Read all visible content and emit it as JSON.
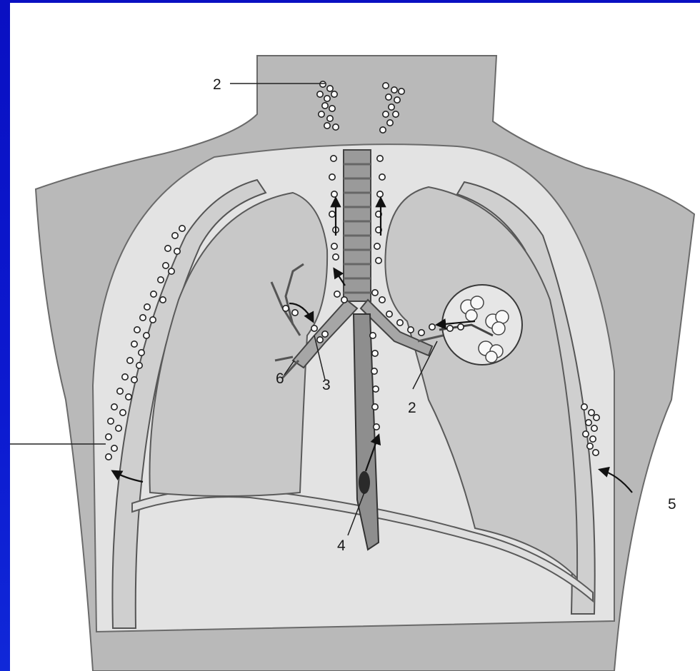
{
  "colors": {
    "background": "#0b12b8",
    "paper": "#ffffff",
    "tissue": "#b9b9b9",
    "lung": "#cbcbcb",
    "pleural_space": "#e4e4e4",
    "ink": "#1a1a1a"
  },
  "labels": {
    "neck_nodes": "2",
    "hilar_nodes": "2",
    "bronchus_3": "3",
    "esophagus_4": "4",
    "chest_wall_5": "5",
    "airway_6": "6"
  }
}
